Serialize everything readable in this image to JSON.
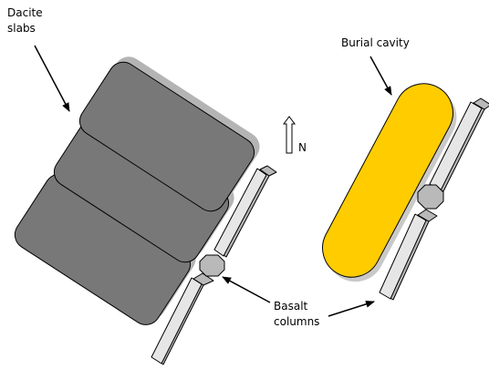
{
  "labels": {
    "dacite_line1": "Dacite",
    "dacite_line2": "slabs",
    "burial_cavity": "Burial cavity",
    "north": "N",
    "basalt_line1": "Basalt",
    "basalt_line2": "columns"
  },
  "colors": {
    "dacite_slab": "#787878",
    "dacite_shadow": "#b4b4b4",
    "basalt_column_face": "#e6e6e6",
    "basalt_column_side": "#b9b9b9",
    "burial_cavity_fill": "#ffcc00",
    "burial_cavity_shadow": "#c9c9c9",
    "stroke": "#000000"
  }
}
